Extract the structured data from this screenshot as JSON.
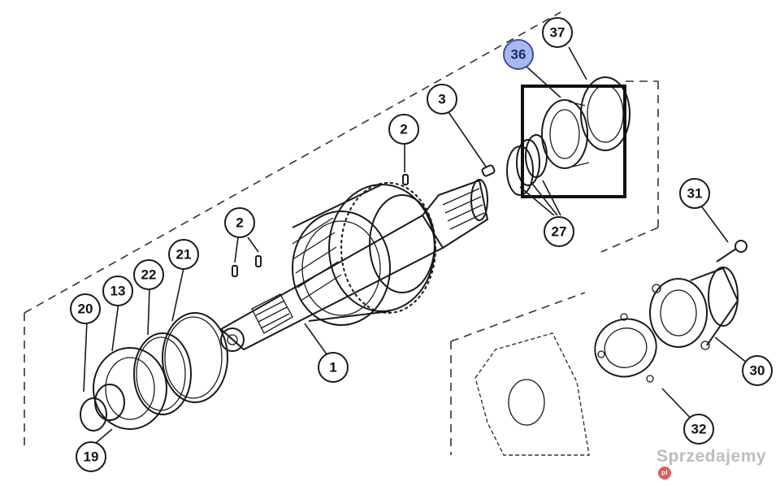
{
  "diagram": {
    "callouts": [
      {
        "id": "c37",
        "label": "37"
      },
      {
        "id": "c36",
        "label": "36",
        "highlighted": true
      },
      {
        "id": "c3",
        "label": "3"
      },
      {
        "id": "c2a",
        "label": "2"
      },
      {
        "id": "c2b",
        "label": "2"
      },
      {
        "id": "c27",
        "label": "27"
      },
      {
        "id": "c31",
        "label": "31"
      },
      {
        "id": "c21",
        "label": "21"
      },
      {
        "id": "c22",
        "label": "22"
      },
      {
        "id": "c13",
        "label": "13"
      },
      {
        "id": "c20",
        "label": "20"
      },
      {
        "id": "c1",
        "label": "1"
      },
      {
        "id": "c30",
        "label": "30"
      },
      {
        "id": "c32",
        "label": "32"
      },
      {
        "id": "c19",
        "label": "19"
      }
    ],
    "highlight_color": "#a9b8f0"
  },
  "watermark": {
    "text": "Sprzedajemy",
    "badge": "pl"
  }
}
